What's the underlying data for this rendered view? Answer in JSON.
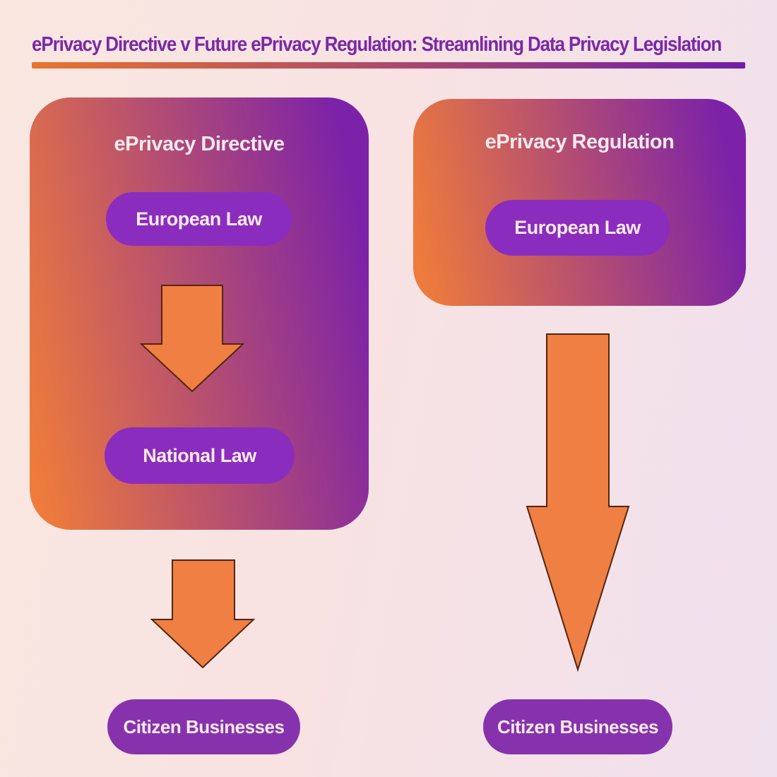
{
  "header": {
    "title": "ePrivacy Directive v Future ePrivacy Regulation: Streamlining Data Privacy Legislation"
  },
  "columns": [
    {
      "id": "directive",
      "panel_title": "ePrivacy Directive",
      "nodes": [
        "European Law",
        "National Law"
      ],
      "outcome": "Citizen Businesses"
    },
    {
      "id": "regulation",
      "panel_title": "ePrivacy Regulation",
      "nodes": [
        "European Law"
      ],
      "outcome": "Citizen Businesses"
    }
  ],
  "icons": {
    "flow_arrow": "down-arrow"
  },
  "colors": {
    "title_color": "#7b28a8",
    "rule_start": "#e8742e",
    "rule_end": "#6f1fa8",
    "panel_gradient_start": "#ee7b3b",
    "panel_gradient_end": "#7c22a8",
    "pill": "#8a2dbe",
    "pill_bottom": "#8732ad",
    "pill_text": "#fceaf0",
    "panel_title_text": "#fbe9ee",
    "arrow_fill": "#ef7f42",
    "arrow_stroke": "#55250f",
    "background_start": "#f9e7e0",
    "background_end": "#f0e1ee"
  }
}
